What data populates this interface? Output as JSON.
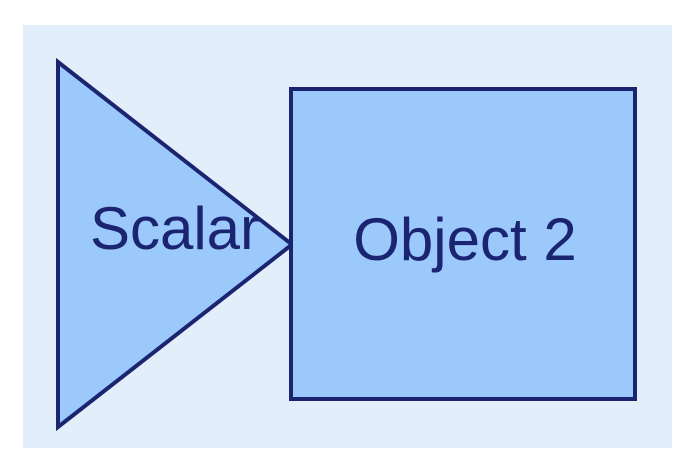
{
  "diagram": {
    "shapes": [
      {
        "id": "scalar-triangle",
        "type": "triangle",
        "label": "Scalar"
      },
      {
        "id": "object2-rectangle",
        "type": "rectangle",
        "label": "Object 2"
      }
    ]
  },
  "colors": {
    "page_background": "#ffffff",
    "panel_background": "#e3eefb",
    "shape_fill": "#9cc9fb",
    "outline": "#1b2470",
    "text": "#1b2470"
  }
}
